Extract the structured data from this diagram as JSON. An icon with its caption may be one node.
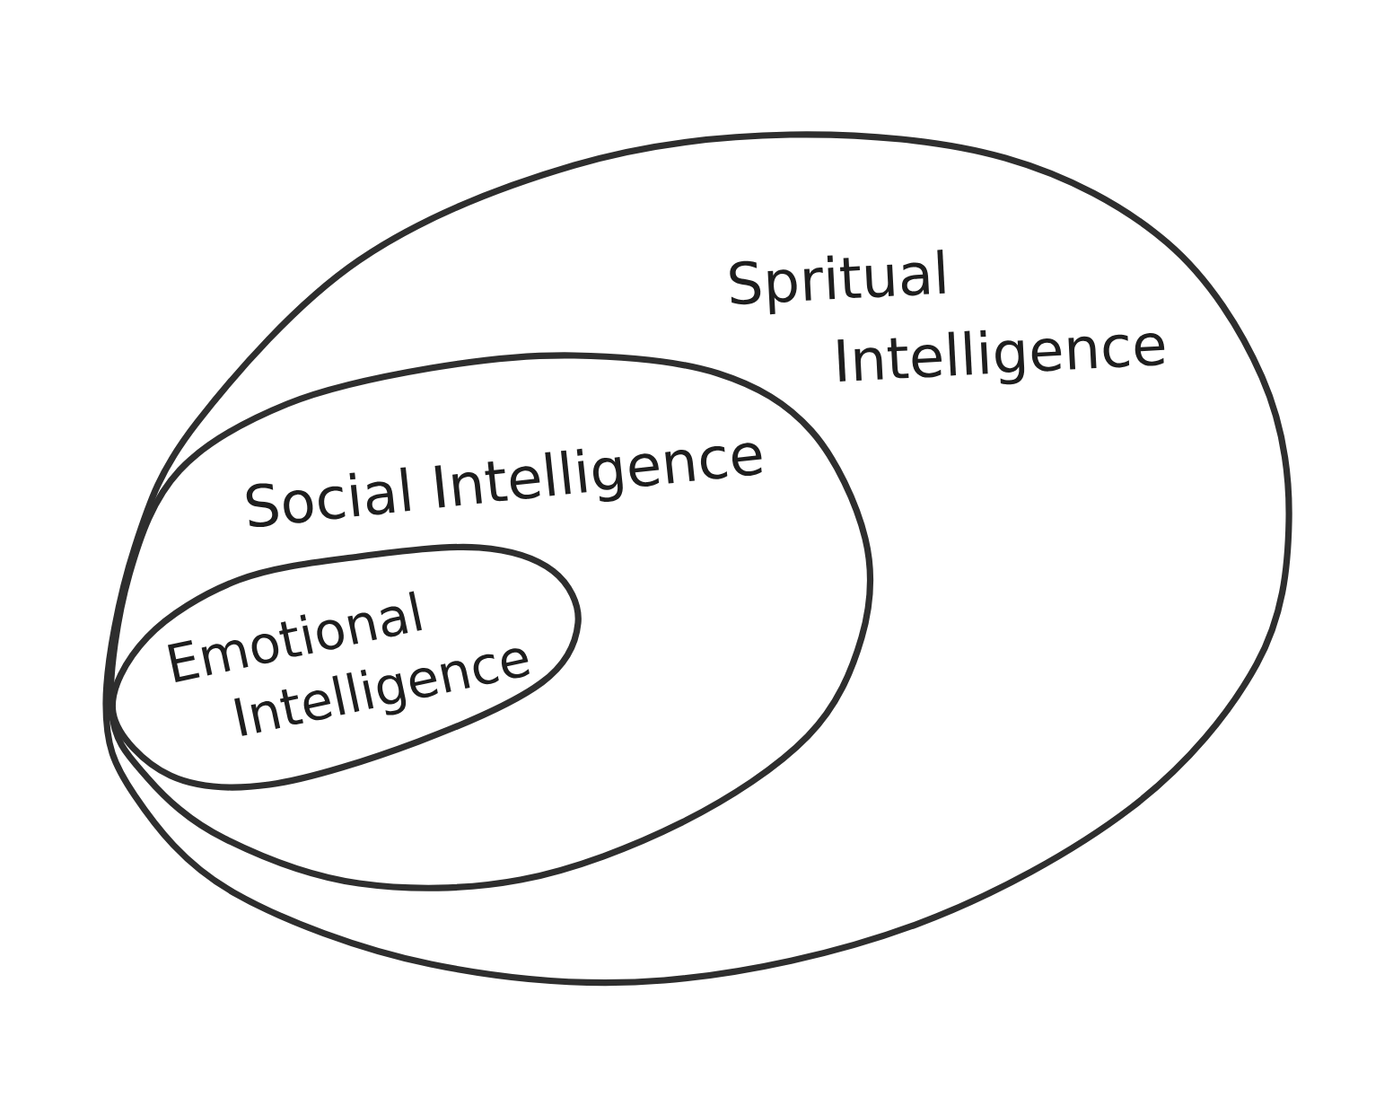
{
  "diagram": {
    "nodes": [
      {
        "text": [
          "Spritual Intelligence"
        ]
      },
      {
        "text": [
          "Social Intelligence"
        ],
        "in": 0
      },
      {
        "text": [
          "Emotional Intelligence"
        ],
        "in": 1
      }
    ]
  }
}
